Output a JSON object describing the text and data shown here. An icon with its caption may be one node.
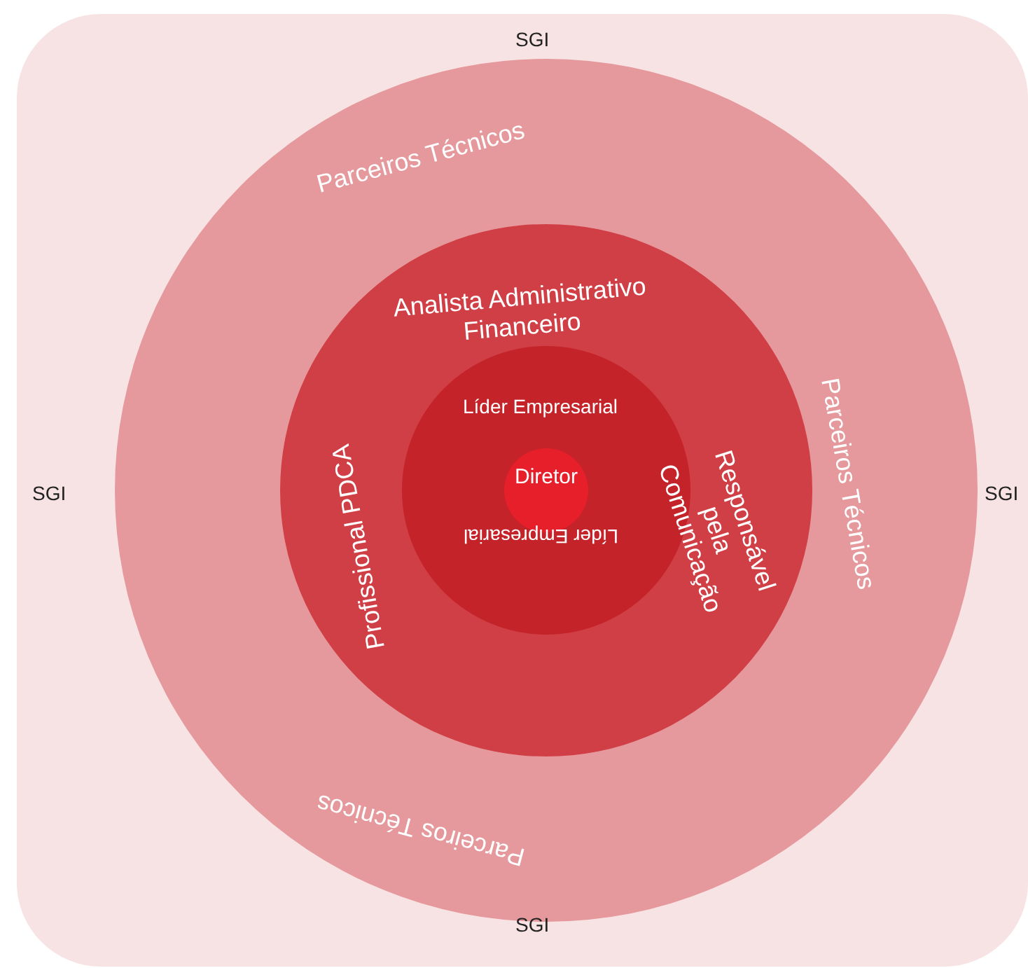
{
  "diagram": {
    "nodes": [
      {
        "text": [
          "SGI",
          "SGI",
          "SGI",
          "SGI"
        ]
      },
      {
        "text": [
          "Parceiros Técnicos",
          "Parceiros Técnicos",
          "Parceiros Técnicos"
        ],
        "in": 0
      },
      {
        "text": [
          "Analista Administrativo Financeiro",
          "Responsável pela Comunicação",
          "Profissional PDCA"
        ],
        "in": 1
      },
      {
        "text": [
          "Líder Empresarial",
          "Líder Empresarial"
        ],
        "in": 2
      },
      {
        "text": [
          "Diretor"
        ],
        "in": 3
      }
    ]
  }
}
